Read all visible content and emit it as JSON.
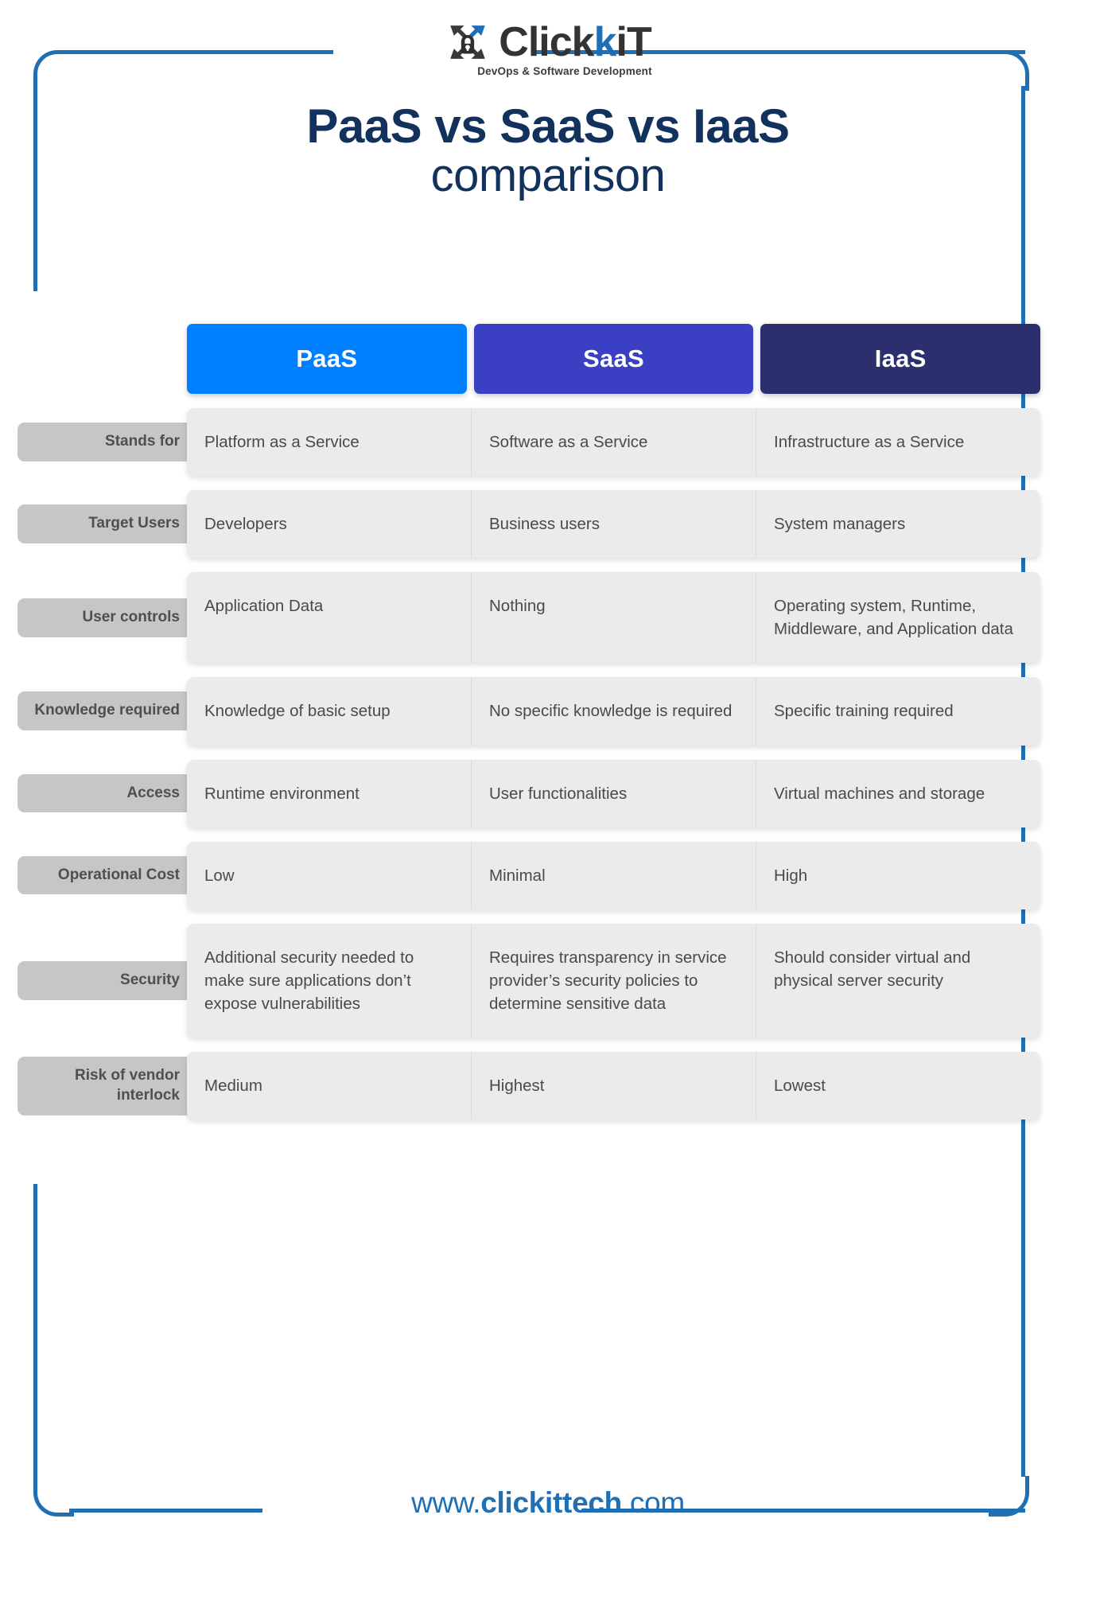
{
  "brand": {
    "logo_text_click": "Click",
    "logo_text_k": "k",
    "logo_text_it": "iT",
    "tagline": "DevOps & Software Development",
    "footer_url_prefix": "www.",
    "footer_url_name": "clickittech",
    "footer_url_tld": ".com"
  },
  "title": {
    "line1": "PaaS vs SaaS vs IaaS",
    "line2": "comparison"
  },
  "colors": {
    "frame": "#1f6fb5",
    "title": "#12315c",
    "paas": "#0080ff",
    "saas": "#3b3fc4",
    "iaas": "#2b2f6e",
    "row_bg": "#ebebeb",
    "label_bg": "#c6c6c6",
    "body_text": "#4a4a4a"
  },
  "table": {
    "columns": [
      {
        "label": "PaaS",
        "color": "#0080ff"
      },
      {
        "label": "SaaS",
        "color": "#3b3fc4"
      },
      {
        "label": "IaaS",
        "color": "#2b2f6e"
      }
    ],
    "rows": [
      {
        "label": "Stands for",
        "cells": [
          "Platform as a Service",
          "Software as a Service",
          "Infrastructure as a Service"
        ]
      },
      {
        "label": "Target Users",
        "cells": [
          "Developers",
          "Business users",
          "System managers"
        ]
      },
      {
        "label": "User controls",
        "cells": [
          "Application Data",
          "Nothing",
          "Operating system, Runtime, Middleware, and Application data"
        ]
      },
      {
        "label": "Knowledge required",
        "cells": [
          "Knowledge of basic setup",
          "No specific knowledge is required",
          "Specific training required"
        ]
      },
      {
        "label": "Access",
        "cells": [
          "Runtime environment",
          "User functionalities",
          "Virtual machines and storage"
        ]
      },
      {
        "label": "Operational Cost",
        "cells": [
          "Low",
          "Minimal",
          "High"
        ]
      },
      {
        "label": "Security",
        "cells": [
          "Additional security needed to make sure applications don’t expose vulnerabilities",
          "Requires transparency in service provider’s security policies to determine sensitive data",
          "Should consider virtual and physical server security"
        ]
      },
      {
        "label": "Risk of vendor interlock",
        "cells": [
          "Medium",
          "Highest",
          "Lowest"
        ]
      }
    ]
  }
}
